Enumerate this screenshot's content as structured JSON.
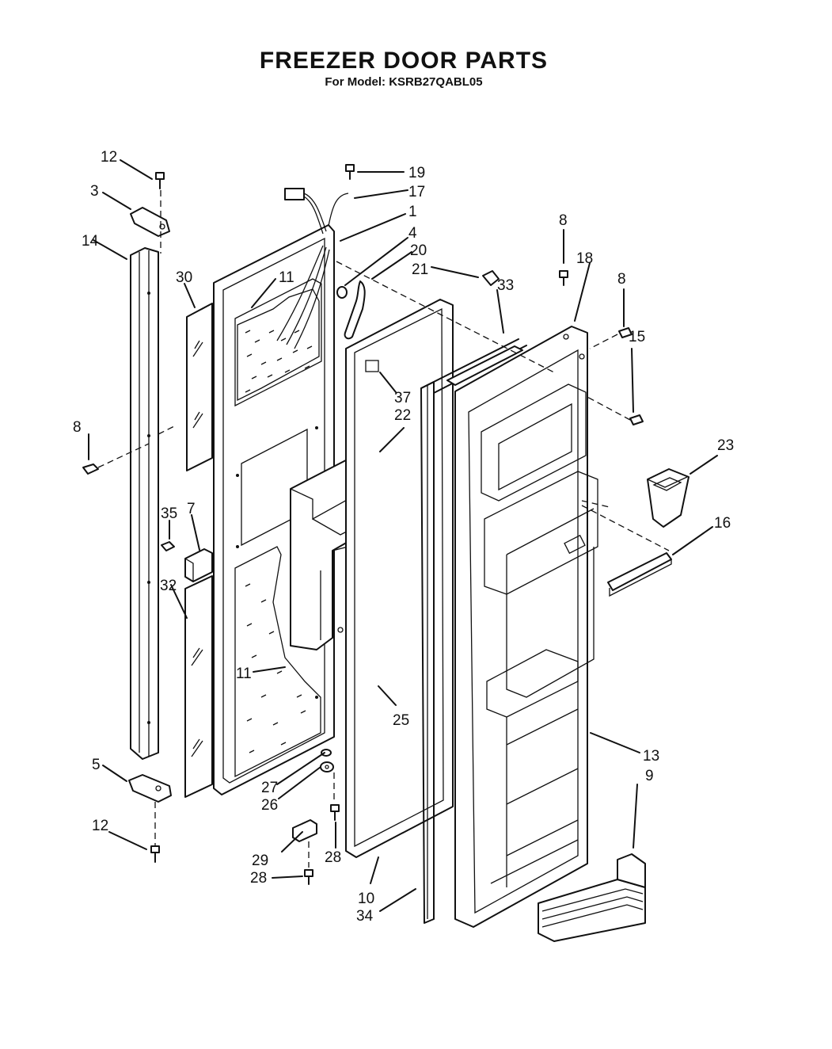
{
  "header": {
    "title": "FREEZER DOOR PARTS",
    "subtitle": "For Model: KSRB27QABL05"
  },
  "callouts": [
    {
      "id": "12a",
      "text": "12"
    },
    {
      "id": "3",
      "text": "3"
    },
    {
      "id": "14",
      "text": "14"
    },
    {
      "id": "30",
      "text": "30"
    },
    {
      "id": "11a",
      "text": "11"
    },
    {
      "id": "8a",
      "text": "8"
    },
    {
      "id": "35",
      "text": "35"
    },
    {
      "id": "7",
      "text": "7"
    },
    {
      "id": "32",
      "text": "32"
    },
    {
      "id": "11b",
      "text": "11"
    },
    {
      "id": "5",
      "text": "5"
    },
    {
      "id": "12b",
      "text": "12"
    },
    {
      "id": "27",
      "text": "27"
    },
    {
      "id": "26",
      "text": "26"
    },
    {
      "id": "29",
      "text": "29"
    },
    {
      "id": "28a",
      "text": "28"
    },
    {
      "id": "28b",
      "text": "28"
    },
    {
      "id": "19",
      "text": "19"
    },
    {
      "id": "17",
      "text": "17"
    },
    {
      "id": "1",
      "text": "1"
    },
    {
      "id": "4",
      "text": "4"
    },
    {
      "id": "20",
      "text": "20"
    },
    {
      "id": "21",
      "text": "21"
    },
    {
      "id": "33",
      "text": "33"
    },
    {
      "id": "37",
      "text": "37"
    },
    {
      "id": "22",
      "text": "22"
    },
    {
      "id": "25",
      "text": "25"
    },
    {
      "id": "10",
      "text": "10"
    },
    {
      "id": "34",
      "text": "34"
    },
    {
      "id": "8b",
      "text": "8"
    },
    {
      "id": "18",
      "text": "18"
    },
    {
      "id": "8c",
      "text": "8"
    },
    {
      "id": "15",
      "text": "15"
    },
    {
      "id": "23",
      "text": "23"
    },
    {
      "id": "16",
      "text": "16"
    },
    {
      "id": "13",
      "text": "13"
    },
    {
      "id": "9",
      "text": "9"
    }
  ]
}
